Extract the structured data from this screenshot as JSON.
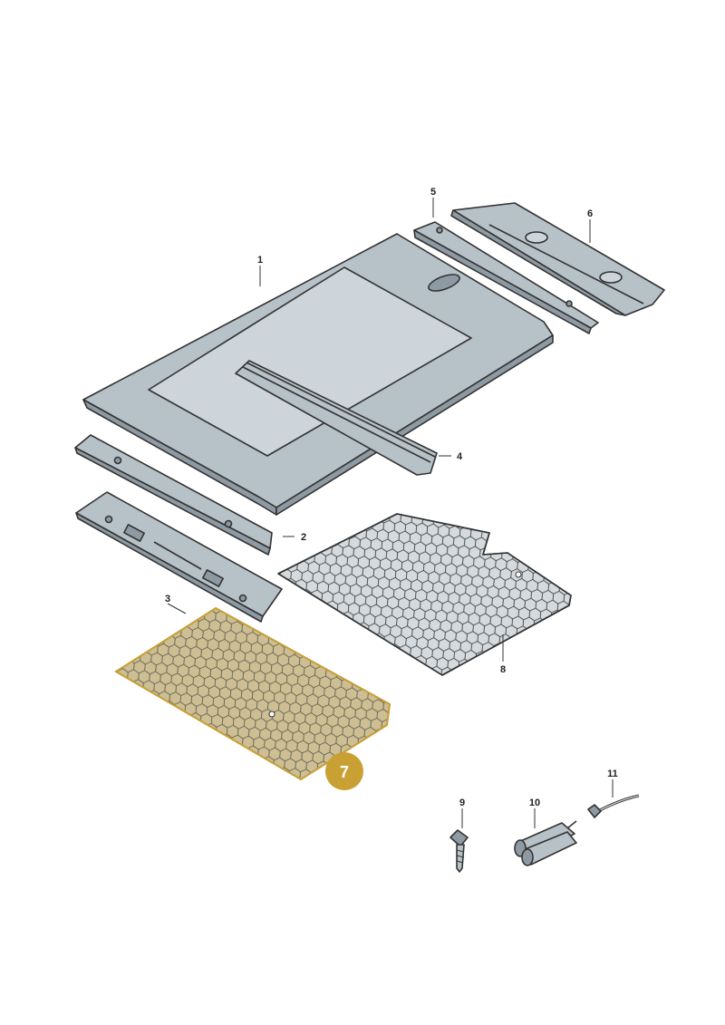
{
  "callouts": [
    {
      "id": "1",
      "label": "1"
    },
    {
      "id": "2",
      "label": "2"
    },
    {
      "id": "3",
      "label": "3"
    },
    {
      "id": "4",
      "label": "4"
    },
    {
      "id": "5",
      "label": "5"
    },
    {
      "id": "6",
      "label": "6"
    },
    {
      "id": "7",
      "label": "7"
    },
    {
      "id": "8",
      "label": "8"
    },
    {
      "id": "9",
      "label": "9"
    },
    {
      "id": "10",
      "label": "10"
    },
    {
      "id": "11",
      "label": "11"
    }
  ],
  "highlight": {
    "part": "7",
    "color": "#c9a033",
    "fill": "#cdbf93"
  }
}
